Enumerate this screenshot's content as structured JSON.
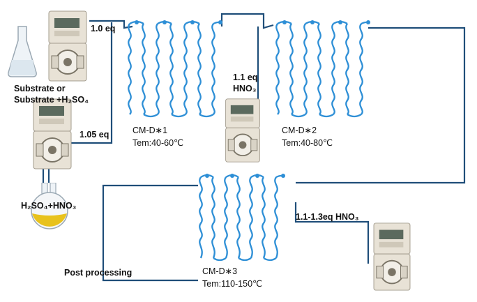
{
  "labels": {
    "eq1": "1.0 eq",
    "eq2": "1.05 eq",
    "eq3_line1": "1.1 eq",
    "eq3_line2": "HNO₃",
    "eq4": "1.1-1.3eq HNO₃",
    "substrate_line1": "Substrate or",
    "substrate_line2": "Substrate +H₂SO₄",
    "acid_mix": "H₂SO₄+HNO₃",
    "post": "Post processing"
  },
  "reactors": [
    {
      "name": "CM-D∗1",
      "temp": "Tem:40-60℃"
    },
    {
      "name": "CM-D∗2",
      "temp": "Tem:40-80℃"
    },
    {
      "name": "CM-D∗3",
      "temp": "Tem:110-150℃"
    }
  ],
  "colors": {
    "line": "#1f4e79",
    "channel": "#2e8fd6",
    "pump_body": "#e8e2d6",
    "flask_liquid": "#e8c21c"
  }
}
